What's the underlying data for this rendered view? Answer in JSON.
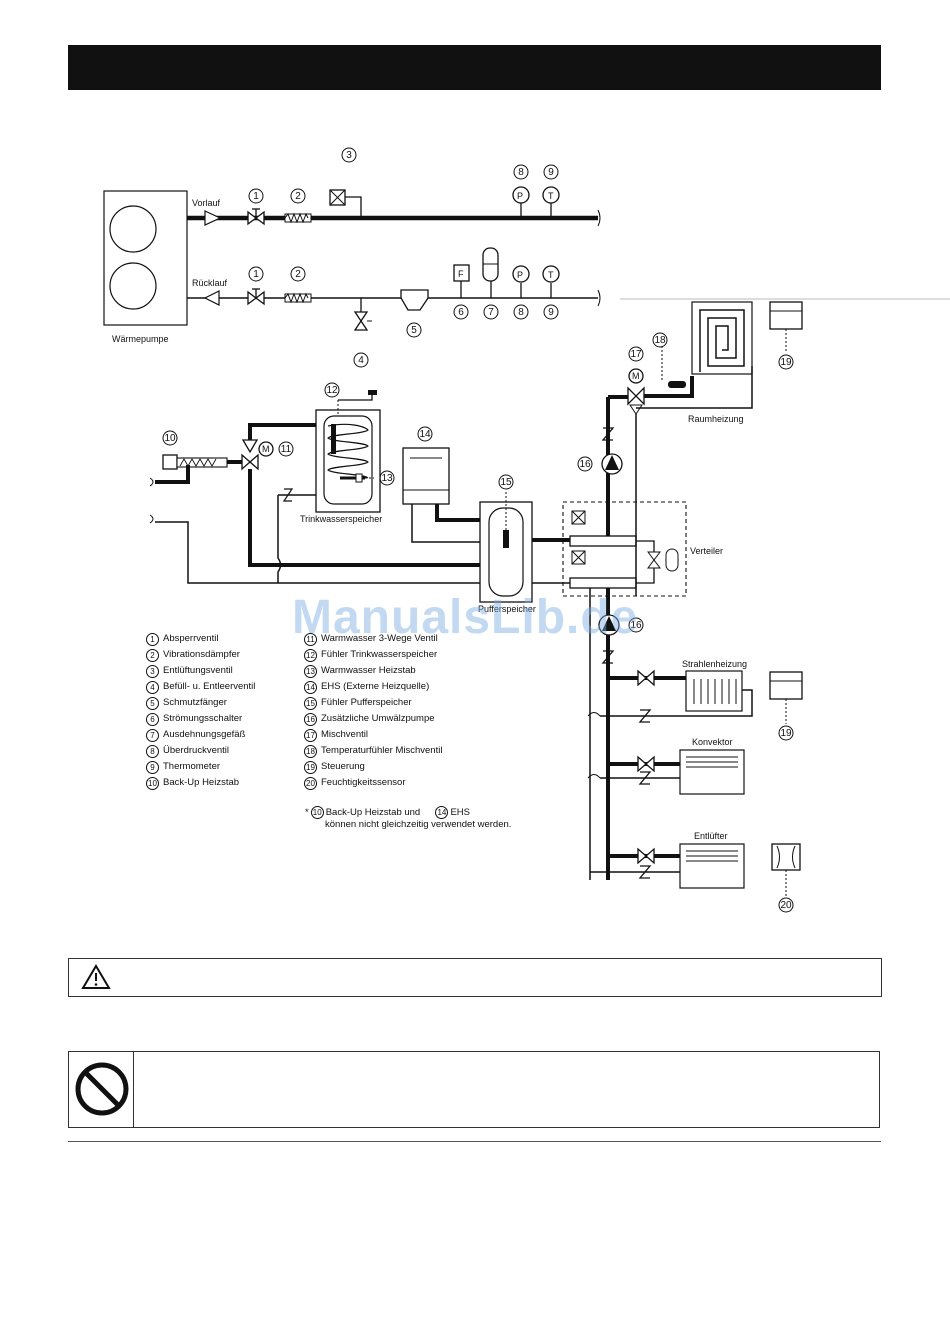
{
  "diagram": {
    "labels": {
      "vorlauf": "Vorlauf",
      "ruecklauf": "Rücklauf",
      "waermepumpe": "Wärmepumpe",
      "trinkwasserspeicher": "Trinkwasserspeicher",
      "pufferspeicher": "Pufferspeicher",
      "verteiler": "Verteiler",
      "raumheizung": "Raumheizung",
      "strahlenheizung": "Strahlenheizung",
      "konvektor": "Konvektor",
      "entluefter": "Entlüfter"
    },
    "symbols": {
      "p": "P",
      "t": "T",
      "f": "F",
      "m": "M"
    },
    "callouts": [
      "1",
      "2",
      "3",
      "4",
      "5",
      "6",
      "7",
      "8",
      "9",
      "10",
      "11",
      "12",
      "13",
      "14",
      "15",
      "16",
      "17",
      "18",
      "19",
      "20"
    ]
  },
  "legend": {
    "left": [
      {
        "n": "1",
        "text": "Absperrventil"
      },
      {
        "n": "2",
        "text": "Vibrationsdämpfer"
      },
      {
        "n": "3",
        "text": "Entlüftungsventil"
      },
      {
        "n": "4",
        "text": "Befüll- u. Entleerventil"
      },
      {
        "n": "5",
        "text": "Schmutzfänger"
      },
      {
        "n": "6",
        "text": "Strömungsschalter"
      },
      {
        "n": "7",
        "text": "Ausdehnungsgefäß"
      },
      {
        "n": "8",
        "text": "Überdruckventil"
      },
      {
        "n": "9",
        "text": "Thermometer"
      },
      {
        "n": "10",
        "text": "Back-Up Heizstab"
      }
    ],
    "right": [
      {
        "n": "11",
        "text": "Warmwasser 3-Wege Ventil"
      },
      {
        "n": "12",
        "text": "Fühler Trinkwasserspeicher"
      },
      {
        "n": "13",
        "text": "Warmwasser Heizstab"
      },
      {
        "n": "14",
        "text": "EHS (Externe Heizquelle)"
      },
      {
        "n": "15",
        "text": "Fühler Pufferspeicher"
      },
      {
        "n": "16",
        "text": "Zusätzliche Umwälzpumpe"
      },
      {
        "n": "17",
        "text": "Mischventil"
      },
      {
        "n": "18",
        "text": "Temperaturfühler Mischventil"
      },
      {
        "n": "19",
        "text": "Steuerung"
      },
      {
        "n": "20",
        "text": "Feuchtigkeitssensor"
      }
    ]
  },
  "note": {
    "prefix": "*",
    "n1": "10",
    "line1": "Back-Up Heizstab und",
    "n2": "14",
    "line1b": "EHS",
    "line2": "können nicht gleichzeitig verwendet werden."
  },
  "watermark": "ManualsLib.de"
}
